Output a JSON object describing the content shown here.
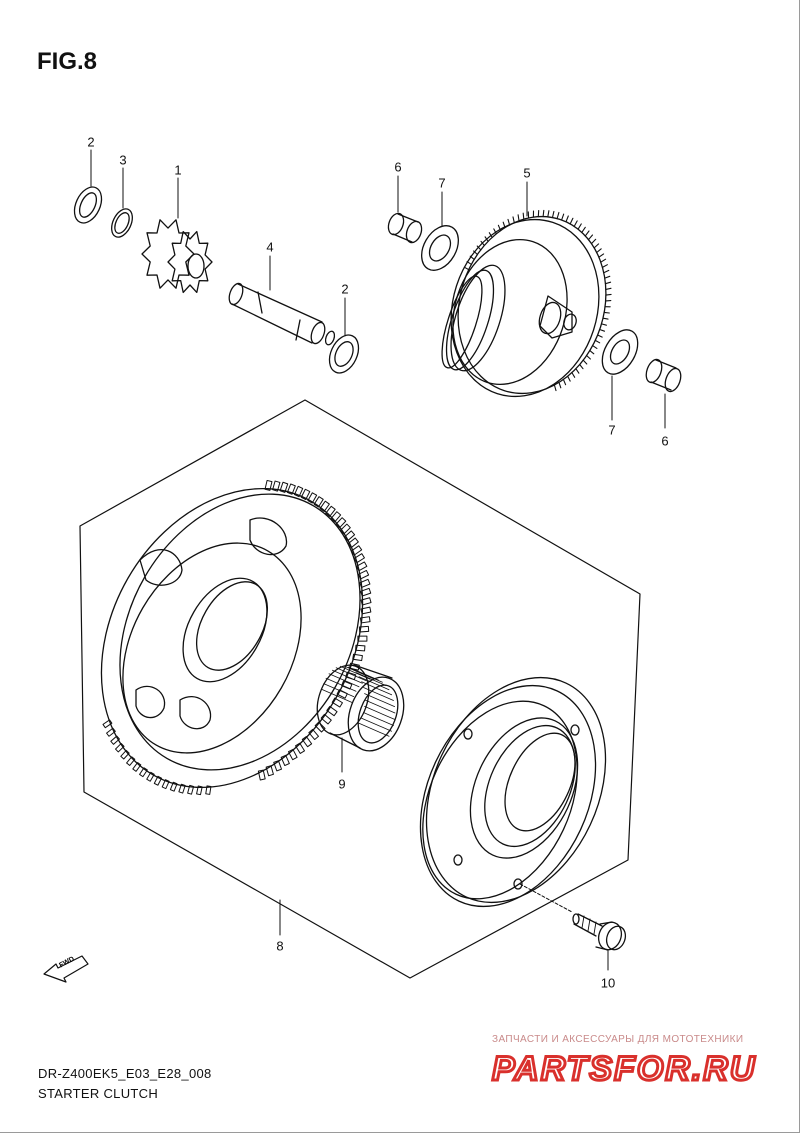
{
  "figure": {
    "title": "FIG.8",
    "model_code": "DR-Z400EK5_E03_E28_008",
    "caption": "STARTER CLUTCH"
  },
  "callouts": {
    "c1": "1",
    "c2a": "2",
    "c3": "3",
    "c4": "4",
    "c2b": "2",
    "c6a": "6",
    "c7a": "7",
    "c5": "5",
    "c7b": "7",
    "c6b": "6",
    "c9": "9",
    "c8": "8",
    "c10": "10"
  },
  "fwd_badge": "FWD",
  "watermark": {
    "tagline": "ЗАПЧАСТИ И АКСЕССУАРЫ ДЛЯ МОТОТЕХНИКИ",
    "brand": "PARTSFOR.RU",
    "color": "#d9302c"
  }
}
